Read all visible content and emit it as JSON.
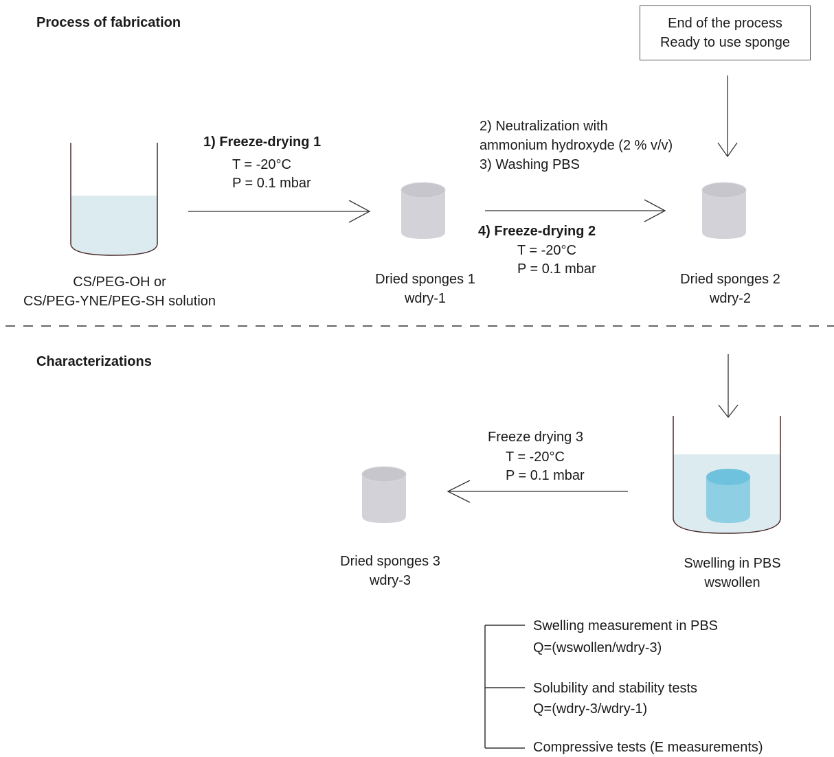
{
  "headings": {
    "fabrication": "Process of fabrication",
    "characterizations": "Characterizations"
  },
  "end_box": {
    "line1": "End of the process",
    "line2": "Ready to use sponge"
  },
  "solution": {
    "line1": "CS/PEG-OH or",
    "line2": "CS/PEG-YNE/PEG-SH solution"
  },
  "step1": {
    "title": "1) Freeze-drying 1",
    "temp": "T = -20°C",
    "pressure": "P = 0.1 mbar"
  },
  "sponge1": {
    "line1": "Dried sponges 1",
    "line2": "wdry-1"
  },
  "steps23": {
    "line1": "2) Neutralization with",
    "line2": "ammonium hydroxyde (2 % v/v)",
    "line3": "3) Washing PBS"
  },
  "step4": {
    "title": "4) Freeze-drying 2",
    "temp": "T = -20°C",
    "pressure": "P = 0.1 mbar"
  },
  "sponge2": {
    "line1": "Dried sponges 2",
    "line2": "wdry-2"
  },
  "step_fd3": {
    "title": "Freeze drying 3",
    "temp": "T = -20°C",
    "pressure": "P = 0.1 mbar"
  },
  "sponge3": {
    "line1": "Dried sponges 3",
    "line2": "wdry-3"
  },
  "swelling": {
    "line1": "Swelling in PBS",
    "line2": "wswollen"
  },
  "tests": [
    {
      "line1": "Swelling measurement in PBS",
      "line2": "Q=(wswollen/wdry-3)"
    },
    {
      "line1": "Solubility and stability tests",
      "line2": "Q=(wdry-3/wdry-1)"
    },
    {
      "line1": "Compressive tests (E measurements)"
    }
  ],
  "colors": {
    "solution_fill": "#dcebef",
    "sponge_side": "#d3d2d8",
    "sponge_top": "#c7c6cc",
    "swollen_sponge": "#8ecfe4",
    "swollen_sponge_top": "#6ec2de",
    "line": "#333333"
  }
}
